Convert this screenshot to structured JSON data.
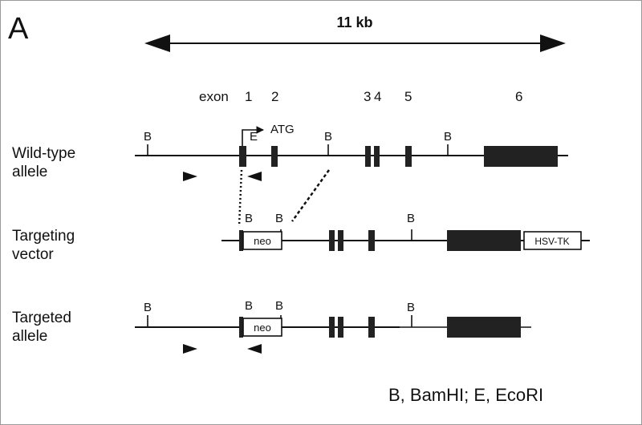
{
  "panel_label": "A",
  "scale_label": "11 kb",
  "exon_header": {
    "prefix": "exon",
    "numbers": [
      "1",
      "2",
      "3",
      "4",
      "5",
      "6"
    ]
  },
  "start_codon": "ATG",
  "sites": {
    "bamhi": "B",
    "ecori": "E"
  },
  "rows": {
    "wildtype": {
      "line1": "Wild-type",
      "line2": "allele"
    },
    "vector": {
      "line1": "Targeting",
      "line2": "vector"
    },
    "targeted": {
      "line1": "Targeted",
      "line2": "allele"
    }
  },
  "cassettes": {
    "neo": "neo",
    "hsvtk": "HSV-TK"
  },
  "legend": "B, BamHI; E, EcoRI"
}
